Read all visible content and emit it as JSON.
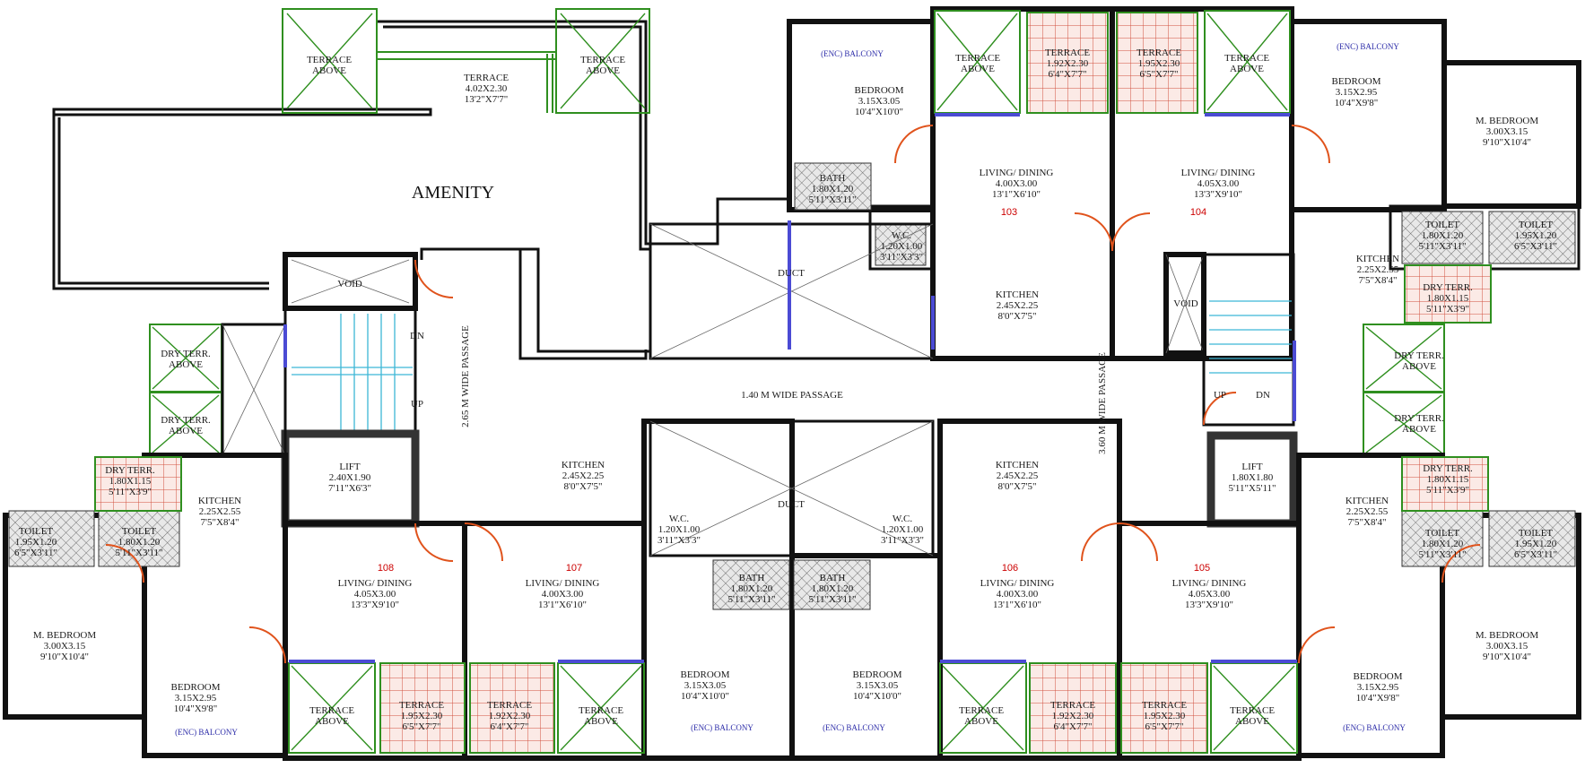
{
  "title": "AMENITY",
  "passages": {
    "main": "1.40 M WIDE PASSAGE",
    "left": "2.65 M WIDE PASSAGE",
    "right": "3.60 M WIDE PASSAGE"
  },
  "core": {
    "lift_left": {
      "name": "LIFT",
      "size": "2.40X1.90",
      "imperial": "7'11\"X6'3\""
    },
    "lift_right": {
      "name": "LIFT",
      "size": "1.80X1.80",
      "imperial": "5'11\"X5'11\""
    },
    "duct": "DUCT",
    "void": "VOID",
    "stairs": {
      "up": "UP",
      "dn": "DN"
    }
  },
  "top_terrace": {
    "name": "TERRACE",
    "size": "4.02X2.30",
    "imperial": "13'2\"X7'7\""
  },
  "common_labels": {
    "terrace_above": "TERRACE",
    "above": "ABOVE",
    "dry_terr": "DRY TERR.",
    "enc_balcony": "(ENC) BALCONY"
  },
  "units": [
    {
      "no": "103",
      "living": {
        "name": "LIVING/ DINING",
        "size": "4.00X3.00",
        "imperial": "13'1\"X6'10\""
      },
      "kitchen": {
        "name": "KITCHEN",
        "size": "2.45X2.25",
        "imperial": "8'0\"X7'5\""
      },
      "terrace": {
        "name": "TERRACE",
        "size": "1.92X2.30",
        "imperial": "6'4\"X7'7\""
      },
      "bedroom": {
        "name": "BEDROOM",
        "size": "3.15X3.05",
        "imperial": "10'4\"X10'0\""
      },
      "bath": {
        "name": "BATH",
        "size": "1.80X1.20",
        "imperial": "5'11\"X3'11\""
      },
      "wc": {
        "name": "W.C.",
        "size": "1.20X1.00",
        "imperial": "3'11\"X3'3\""
      }
    },
    {
      "no": "104",
      "living": {
        "name": "LIVING/ DINING",
        "size": "4.05X3.00",
        "imperial": "13'3\"X9'10\""
      },
      "kitchen": {
        "name": "KITCHEN",
        "size": "2.25X2.55",
        "imperial": "7'5\"X8'4\""
      },
      "terrace": {
        "name": "TERRACE",
        "size": "1.95X2.30",
        "imperial": "6'5\"X7'7\""
      },
      "bedroom": {
        "name": "BEDROOM",
        "size": "3.15X2.95",
        "imperial": "10'4\"X9'8\""
      },
      "master": {
        "name": "M. BEDROOM",
        "size": "3.00X3.15",
        "imperial": "9'10\"X10'4\""
      },
      "toilet1": {
        "name": "TOILET",
        "size": "1.80X1.20",
        "imperial": "5'11\"X3'11\""
      },
      "toilet2": {
        "name": "TOILET",
        "size": "1.95X1.20",
        "imperial": "6'5\"X3'11\""
      },
      "dry": {
        "name": "DRY TERR.",
        "size": "1.80X1.15",
        "imperial": "5'11\"X3'9\""
      }
    },
    {
      "no": "105",
      "living": {
        "name": "LIVING/ DINING",
        "size": "4.05X3.00",
        "imperial": "13'3\"X9'10\""
      },
      "kitchen": {
        "name": "KITCHEN",
        "size": "2.25X2.55",
        "imperial": "7'5\"X8'4\""
      },
      "terrace": {
        "name": "TERRACE",
        "size": "1.95X2.30",
        "imperial": "6'5\"X7'7\""
      },
      "bedroom": {
        "name": "BEDROOM",
        "size": "3.15X2.95",
        "imperial": "10'4\"X9'8\""
      },
      "master": {
        "name": "M. BEDROOM",
        "size": "3.00X3.15",
        "imperial": "9'10\"X10'4\""
      },
      "toilet1": {
        "name": "TOILET",
        "size": "1.80X1.20",
        "imperial": "5'11\"X3'11\""
      },
      "toilet2": {
        "name": "TOILET",
        "size": "1.95X1.20",
        "imperial": "6'5\"X3'11\""
      },
      "dry": {
        "name": "DRY TERR.",
        "size": "1.80X1.15",
        "imperial": "5'11\"X3'9\""
      }
    },
    {
      "no": "106",
      "living": {
        "name": "LIVING/ DINING",
        "size": "4.00X3.00",
        "imperial": "13'1\"X6'10\""
      },
      "kitchen": {
        "name": "KITCHEN",
        "size": "2.45X2.25",
        "imperial": "8'0\"X7'5\""
      },
      "terrace": {
        "name": "TERRACE",
        "size": "1.92X2.30",
        "imperial": "6'4\"X7'7\""
      },
      "bedroom": {
        "name": "BEDROOM",
        "size": "3.15X3.05",
        "imperial": "10'4\"X10'0\""
      },
      "bath": {
        "name": "BATH",
        "size": "1.80X1.20",
        "imperial": "5'11\"X3'11\""
      },
      "wc": {
        "name": "W.C.",
        "size": "1.20X1.00",
        "imperial": "3'11\"X3'3\""
      }
    },
    {
      "no": "107",
      "living": {
        "name": "LIVING/ DINING",
        "size": "4.00X3.00",
        "imperial": "13'1\"X6'10\""
      },
      "kitchen": {
        "name": "KITCHEN",
        "size": "2.45X2.25",
        "imperial": "8'0\"X7'5\""
      },
      "terrace": {
        "name": "TERRACE",
        "size": "1.92X2.30",
        "imperial": "6'4\"X7'7\""
      },
      "bedroom": {
        "name": "BEDROOM",
        "size": "3.15X3.05",
        "imperial": "10'4\"X10'0\""
      },
      "bath": {
        "name": "BATH",
        "size": "1.80X1.20",
        "imperial": "5'11\"X3'11\""
      },
      "wc": {
        "name": "W.C.",
        "size": "1.20X1.00",
        "imperial": "3'11\"X3'3\""
      }
    },
    {
      "no": "108",
      "living": {
        "name": "LIVING/ DINING",
        "size": "4.05X3.00",
        "imperial": "13'3\"X9'10\""
      },
      "kitchen": {
        "name": "KITCHEN",
        "size": "2.25X2.55",
        "imperial": "7'5\"X8'4\""
      },
      "terrace": {
        "name": "TERRACE",
        "size": "1.95X2.30",
        "imperial": "6'5\"X7'7\""
      },
      "bedroom": {
        "name": "BEDROOM",
        "size": "3.15X2.95",
        "imperial": "10'4\"X9'8\""
      },
      "master": {
        "name": "M. BEDROOM",
        "size": "3.00X3.15",
        "imperial": "9'10\"X10'4\""
      },
      "toilet1": {
        "name": "TOILET",
        "size": "1.80X1.20",
        "imperial": "5'11\"X3'11\""
      },
      "toilet2": {
        "name": "TOILET",
        "size": "1.95X1.20",
        "imperial": "6'5\"X3'11\""
      },
      "dry": {
        "name": "DRY TERR.",
        "size": "1.80X1.15",
        "imperial": "5'11\"X3'9\""
      }
    }
  ],
  "colors": {
    "wall": "#111111",
    "terrace_outline": "#2f8f1f",
    "door_swing": "#e0531c",
    "window": "#4b4bd4",
    "stair": "#3cb6d6",
    "unit_tag": "#cc0000"
  }
}
